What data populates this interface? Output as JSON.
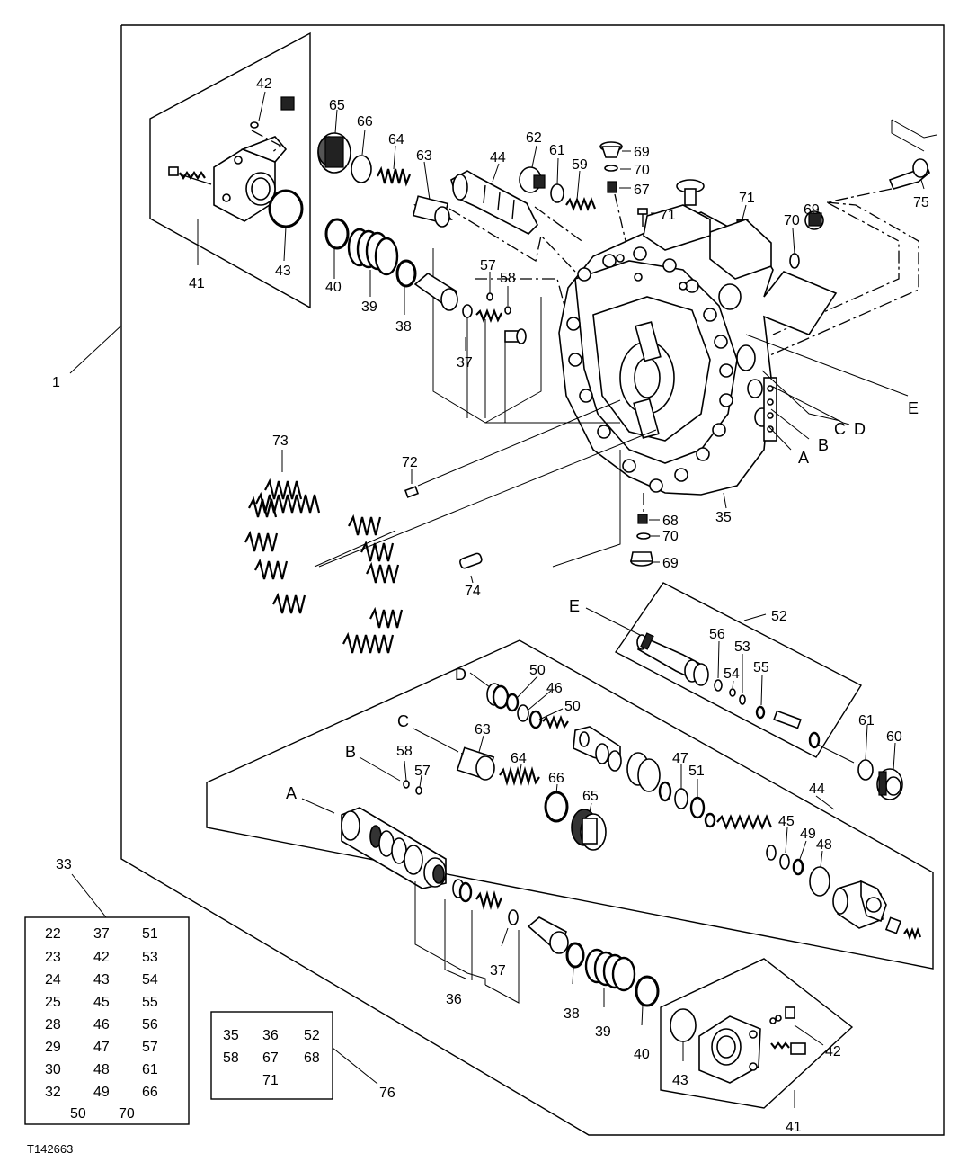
{
  "figure_id": "T142663",
  "callouts": {
    "c1": "1",
    "c41a": "41",
    "c42a": "42",
    "c43a": "43",
    "c65a": "65",
    "c66a": "66",
    "c64a": "64",
    "c63a": "63",
    "c44a": "44",
    "c62": "62",
    "c61a": "61",
    "c59": "59",
    "c69a": "69",
    "c70a": "70",
    "c67a": "67",
    "c71a": "71",
    "c71b": "71",
    "c75": "75",
    "c70b": "70",
    "c69b": "69",
    "c40a": "40",
    "c39a": "39",
    "c38a": "38",
    "c37a": "37",
    "c57a": "57",
    "c58a": "58",
    "cEa": "E",
    "cCa": "C",
    "cDa": "D",
    "cBa": "B",
    "cAa": "A",
    "c73": "73",
    "c72": "72",
    "c35": "35",
    "c68": "68",
    "c70c": "70",
    "c69c": "69",
    "c74": "74",
    "c52": "52",
    "cEb": "E",
    "c56": "56",
    "c53": "53",
    "c54": "54",
    "c55": "55",
    "c61b": "61",
    "c60": "60",
    "cDb": "D",
    "c50a": "50",
    "c46": "46",
    "c50b": "50",
    "cCb": "C",
    "c63b": "63",
    "c64b": "64",
    "c66b": "66",
    "c65b": "65",
    "cBb": "B",
    "c58b": "58",
    "c57b": "57",
    "c47": "47",
    "c51": "51",
    "c44b": "44",
    "c45": "45",
    "c49": "49",
    "c48": "48",
    "cAb": "A",
    "c37b": "37",
    "c36": "36",
    "c38b": "38",
    "c39b": "39",
    "c40b": "40",
    "c43b": "43",
    "c42b": "42",
    "c41b": "41",
    "c33": "33",
    "c76": "76"
  },
  "kit_33": {
    "rows": [
      [
        "22",
        "37",
        "51"
      ],
      [
        "23",
        "42",
        "53"
      ],
      [
        "24",
        "43",
        "54"
      ],
      [
        "25",
        "45",
        "55"
      ],
      [
        "28",
        "46",
        "56"
      ],
      [
        "29",
        "47",
        "57"
      ],
      [
        "30",
        "48",
        "61"
      ],
      [
        "32",
        "49",
        "66"
      ],
      [
        "50",
        "70"
      ]
    ]
  },
  "kit_76": {
    "rows": [
      [
        "35",
        "36",
        "52"
      ],
      [
        "58",
        "67",
        "68"
      ],
      [
        "71"
      ]
    ]
  }
}
